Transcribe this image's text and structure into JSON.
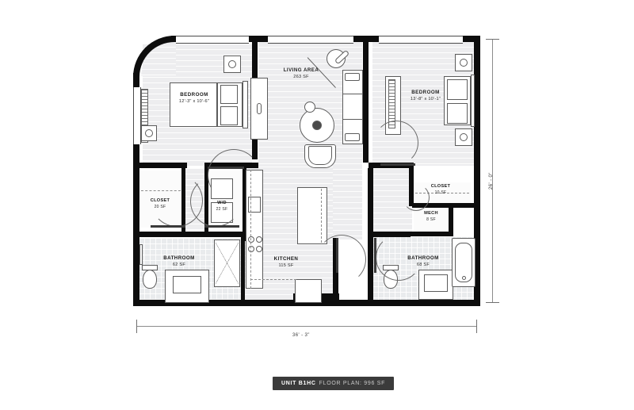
{
  "plan": {
    "unit_label": "UNIT B1HC",
    "footer_text": "FLOOR PLAN: 996 SF",
    "total_sf": "996 SF",
    "dimensions": {
      "width_label": "36' - 3\"",
      "height_label": "26' - 0\""
    },
    "rooms": [
      {
        "key": "bedroom_left",
        "name": "BEDROOM",
        "sub": "12'-3\" x 10'-6\""
      },
      {
        "key": "living_area",
        "name": "LIVING AREA",
        "sub": "263 SF"
      },
      {
        "key": "bedroom_right",
        "name": "BEDROOM",
        "sub": "13'-8\" x 10'-1\""
      },
      {
        "key": "closet_left",
        "name": "CLOSET",
        "sub": "20 SF"
      },
      {
        "key": "laundry",
        "name": "W/D",
        "sub": "22 SF"
      },
      {
        "key": "closet_right",
        "name": "CLOSET",
        "sub": "10 SF"
      },
      {
        "key": "mech",
        "name": "MECH",
        "sub": "8 SF"
      },
      {
        "key": "bathroom_left",
        "name": "BATHROOM",
        "sub": "62 SF"
      },
      {
        "key": "kitchen",
        "name": "KITCHEN",
        "sub": "115 SF"
      },
      {
        "key": "bathroom_right",
        "name": "BATHROOM",
        "sub": "68 SF"
      }
    ],
    "colors": {
      "wall": "#0d0d0d",
      "floor": "#eceef0",
      "tile": "#e9ebed",
      "badge_bg": "#3b3b3b",
      "badge_text": "#ffffff",
      "dimension": "#8c8c8c",
      "page_bg": "#ffffff"
    }
  }
}
